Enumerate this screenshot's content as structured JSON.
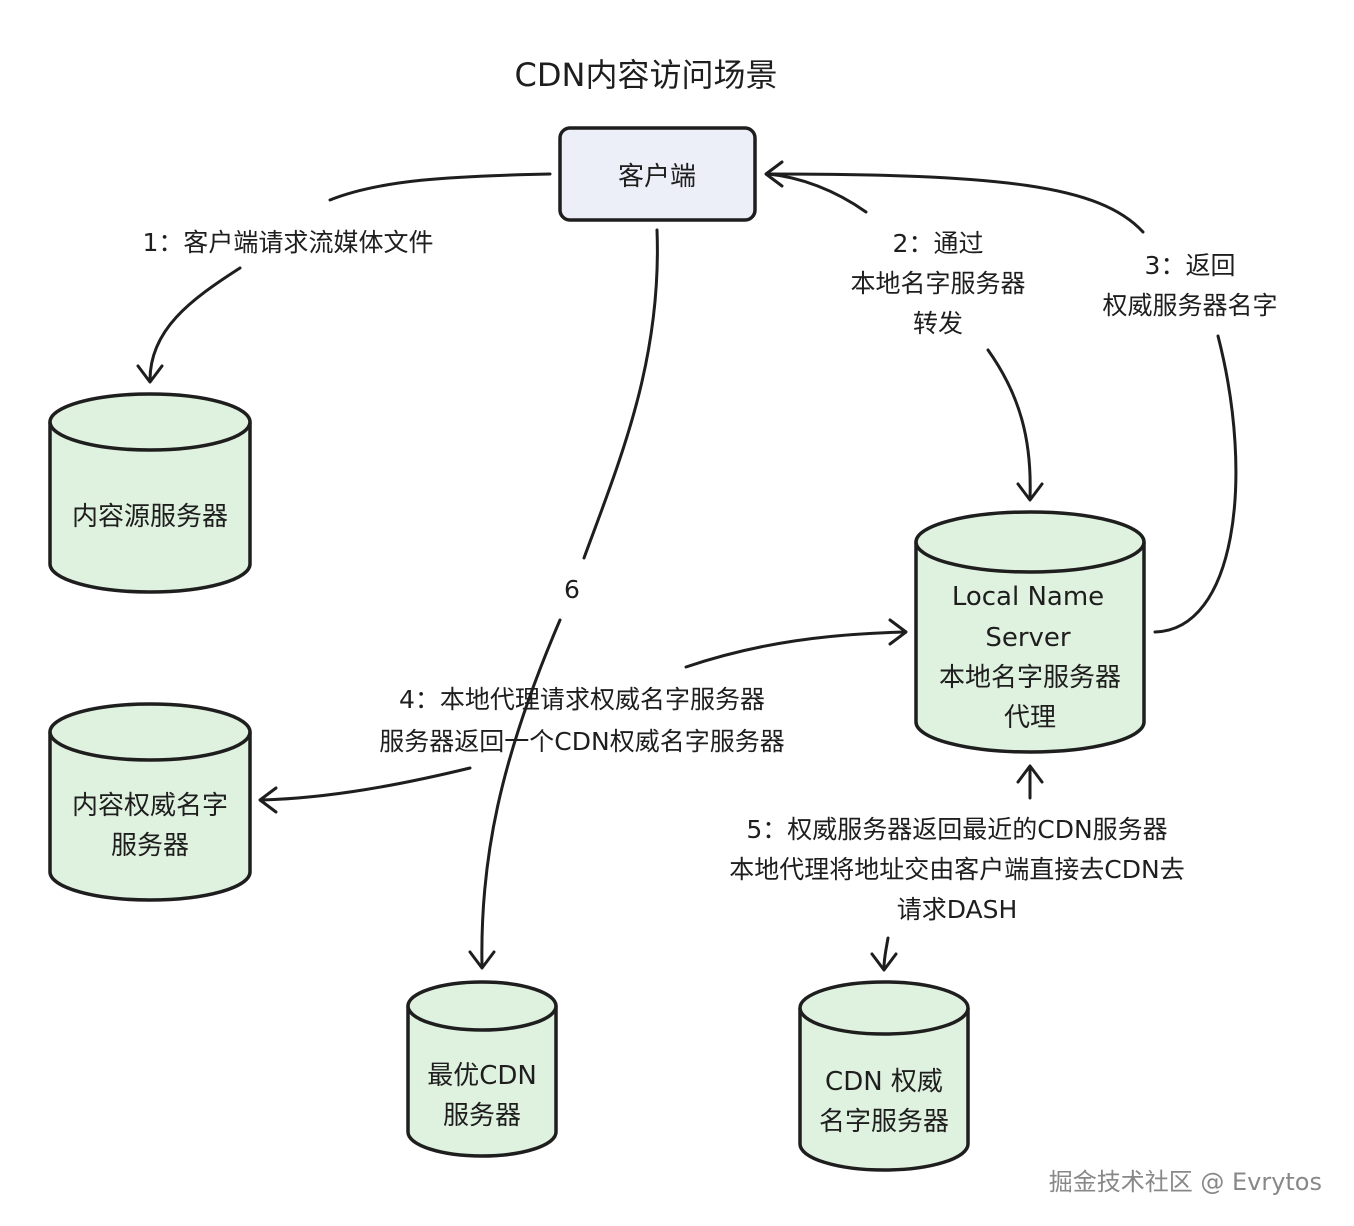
{
  "title": "CDN内容访问场景",
  "nodes": {
    "client": {
      "label": "客户端"
    },
    "origin": {
      "lines": [
        "内容源服务器"
      ]
    },
    "content_auth": {
      "lines": [
        "内容权威名字",
        "服务器"
      ]
    },
    "local_ns": {
      "lines": [
        "Local Name",
        "Server",
        "本地名字服务器",
        "代理"
      ]
    },
    "best_cdn": {
      "lines": [
        "最优CDN",
        "服务器"
      ]
    },
    "cdn_auth": {
      "lines": [
        "CDN 权威",
        "名字服务器"
      ]
    }
  },
  "edges": {
    "e1": {
      "lines": [
        "1：客户端请求流媒体文件"
      ]
    },
    "e2": {
      "lines": [
        "2：通过",
        "本地名字服务器",
        "转发"
      ]
    },
    "e3": {
      "lines": [
        "3：返回",
        "权威服务器名字"
      ]
    },
    "e4": {
      "lines": [
        "4：本地代理请求权威名字服务器",
        "服务器返回一个CDN权威名字服务器"
      ]
    },
    "e5": {
      "lines": [
        "5：权威服务器返回最近的CDN服务器",
        "本地代理将地址交由客户端直接去CDN去",
        "请求DASH"
      ]
    },
    "e6": {
      "lines": [
        "6"
      ]
    }
  },
  "watermark": "掘金技术社区 @ Evrytos",
  "colors": {
    "cylinder_fill": "#dff1df",
    "client_fill": "#eceff8",
    "stroke": "#1e1e1e"
  }
}
